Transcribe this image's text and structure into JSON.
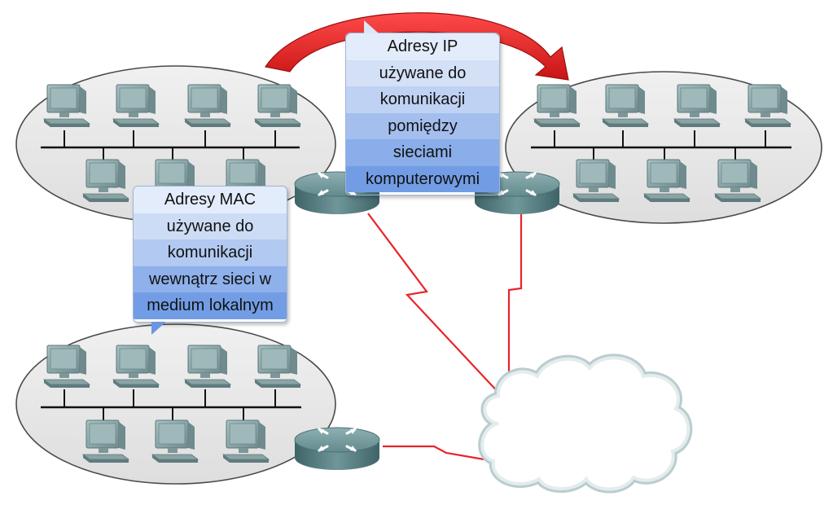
{
  "diagram": {
    "callout_ip": {
      "lines": [
        "Adresy IP",
        "używane do",
        "komunikacji",
        "pomiędzy",
        "sieciami",
        "komputerowymi"
      ]
    },
    "callout_mac": {
      "lines": [
        "Adresy MAC",
        "używane do",
        "komunikacji",
        "wewnątrz sieci w",
        "medium lokalnym"
      ]
    },
    "colors": {
      "link": "#e8242a",
      "arrow": "#e8242a",
      "ellipse_fill": "#e9e9e9",
      "router": "#5c8488",
      "computer": "#8aa4a6",
      "callout_light": "#e6eefa",
      "callout_dark": "#6a96e2"
    },
    "networks": [
      "lan-top-left",
      "lan-top-right",
      "lan-bottom-left"
    ],
    "routers": [
      "router-top-left",
      "router-top-right",
      "router-bottom-left"
    ],
    "wan": "cloud"
  }
}
